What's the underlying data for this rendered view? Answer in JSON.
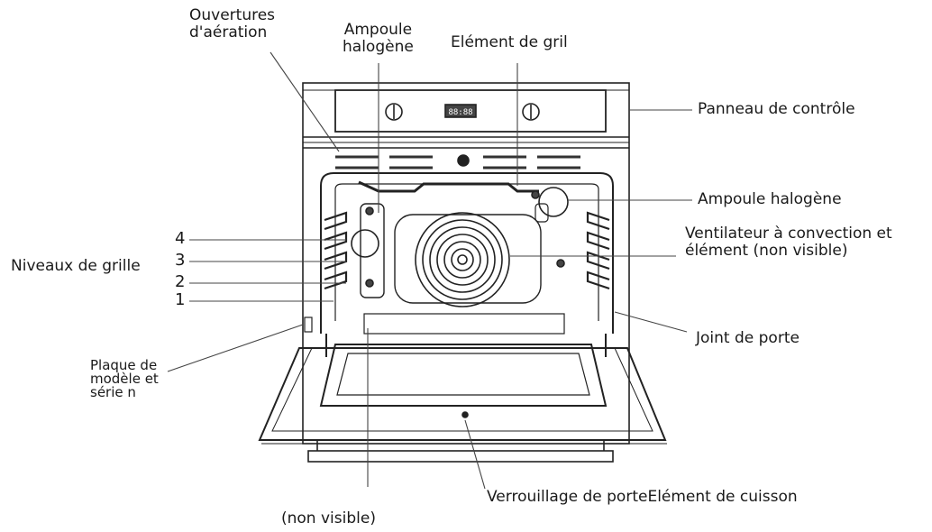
{
  "labels": {
    "vents": [
      "Ouvertures",
      "d'aération"
    ],
    "halogen_top": [
      "Ampoule",
      "halogène"
    ],
    "grill_element": "Elément de gril",
    "control_panel": "Panneau de contrôle",
    "halogen_right": "Ampoule halogène",
    "fan": [
      "Ventilateur à convection et",
      "élément (non visible)"
    ],
    "rack_levels": "Niveaux de grille",
    "rack_numbers": [
      "4",
      "3",
      "2",
      "1"
    ],
    "door_gasket": "Joint de porte",
    "model_plate": [
      "Plaque de",
      "modèle et",
      "série n"
    ],
    "door_lock": "Verrouillage de porteElément de cuisson",
    "bake_element": "(non visible)"
  },
  "display_text": "88:88"
}
